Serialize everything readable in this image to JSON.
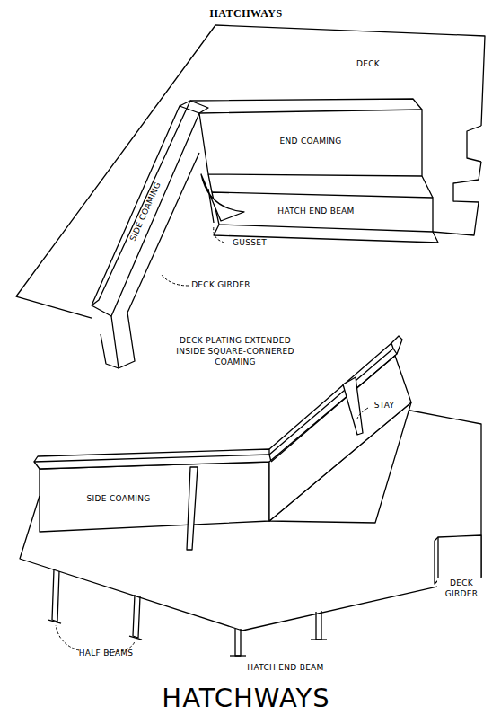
{
  "diagram": {
    "title": "HATCHWAYS",
    "caption": "HATCHWAYS",
    "labels": [
      "DECK",
      "END COAMING",
      "SIDE COAMING",
      "HATCH END BEAM",
      "GUSSET",
      "DECK GIRDER",
      "DECK PLATING EXTENDED INSIDE SQUARE-CORNERED COAMING",
      "STAY",
      "SIDE COAMING",
      "DECK GIRDER",
      "HALF BEAMS",
      "HATCH END BEAM"
    ]
  }
}
